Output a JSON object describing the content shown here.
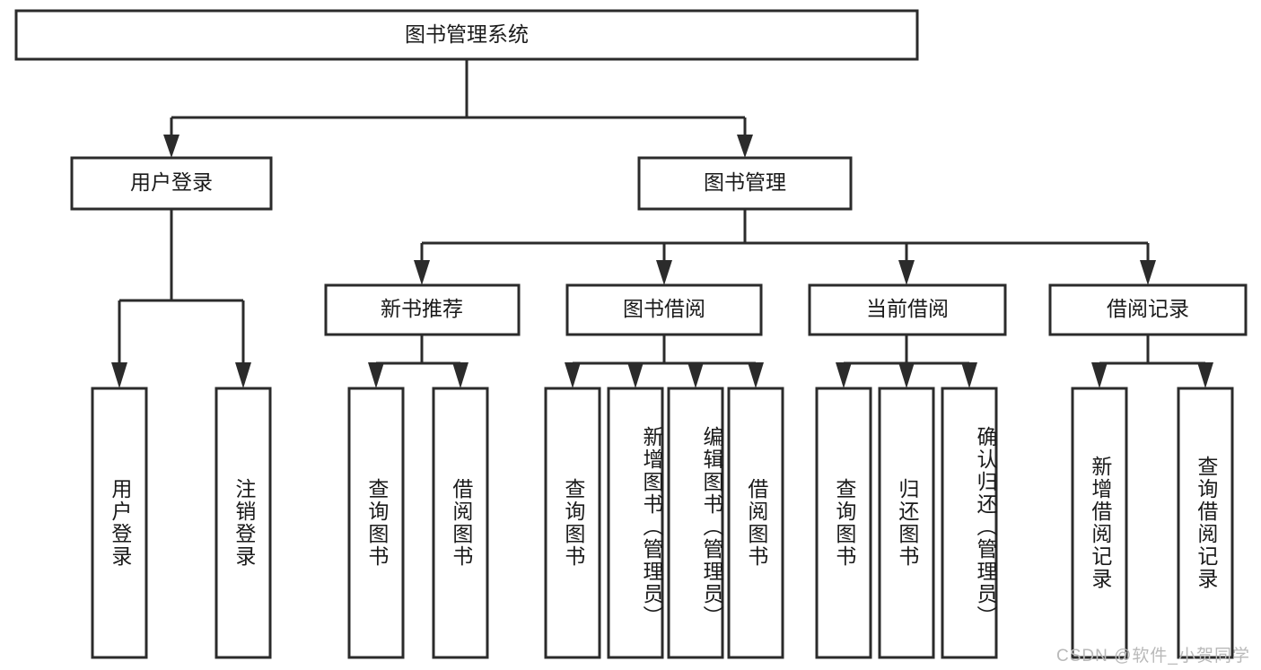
{
  "diagram": {
    "title": "图书管理系统",
    "type": "tree",
    "orientation": "top-down",
    "colors": {
      "box_fill": "#ffffff",
      "box_stroke": "#2b2b2b",
      "edge": "#2b2b2b",
      "text": "#1a1a1a",
      "watermark": "#b9b9b9",
      "background": "#ffffff"
    },
    "root": {
      "label": "图书管理系统"
    },
    "level2": [
      {
        "label": "用户登录"
      },
      {
        "label": "图书管理"
      }
    ],
    "level3": [
      {
        "label": "新书推荐"
      },
      {
        "label": "图书借阅"
      },
      {
        "label": "当前借阅"
      },
      {
        "label": "借阅记录"
      }
    ],
    "leaves": {
      "user_login": [
        {
          "label": "用户登录"
        },
        {
          "label": "注销登录"
        }
      ],
      "new_book_recommend": [
        {
          "label": "查询图书"
        },
        {
          "label": "借阅图书"
        }
      ],
      "book_borrow": [
        {
          "label": "查询图书"
        },
        {
          "label": "新增图书（管理员）"
        },
        {
          "label": "编辑图书（管理员）"
        },
        {
          "label": "借阅图书"
        }
      ],
      "current_borrow": [
        {
          "label": "查询图书"
        },
        {
          "label": "归还图书"
        },
        {
          "label": "确认归还（管理员）"
        }
      ],
      "borrow_record": [
        {
          "label": "新增借阅记录"
        },
        {
          "label": "查询借阅记录"
        }
      ]
    }
  },
  "watermark": {
    "text": "CSDN @软件_小贺同学"
  }
}
